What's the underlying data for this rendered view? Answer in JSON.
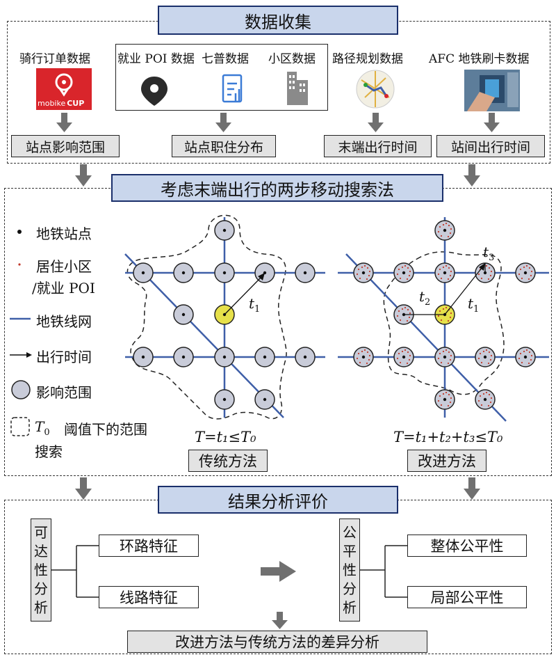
{
  "colors": {
    "title_fill": "#c9d6ec",
    "title_border": "#1a2f6b",
    "metro_line": "#3f5fa8",
    "station_circle": "#c9ccd9",
    "center_station": "#e6e04a",
    "poi_dot": "#c0392b",
    "arrow_gray": "#707070"
  },
  "sec1": {
    "title": "数据收集",
    "sources": [
      "骑行订单数据",
      "就业 POI 数据",
      "七普数据",
      "小区数据",
      "路径规划数据",
      "AFC 地铁刷卡数据"
    ],
    "logo_text": "mobike",
    "logo_sub": "CUP",
    "outputs": [
      "站点影响范围",
      "站点职住分布",
      "末端出行时间",
      "站间出行时间"
    ]
  },
  "sec2": {
    "title": "考虑末端出行的两步移动搜索法",
    "legend": [
      "地铁站点",
      "居住小区",
      "/就业 POI",
      "地铁线网",
      "出行时间",
      "影响范围",
      "阈值下的范围",
      "搜索"
    ],
    "legend_t0": "T",
    "legend_t0_sub": "0",
    "t_labels": {
      "t1": "t",
      "t2": "t",
      "t3": "t",
      "s1": "1",
      "s2": "2",
      "s3": "3"
    },
    "formula_left": "T=t₁≤T₀",
    "formula_right": "T=t₁+t₂+t₃≤T₀",
    "method_left": "传统方法",
    "method_right": "改进方法"
  },
  "sec3": {
    "title": "结果分析评价",
    "left_group": "可达性分析",
    "left_items": [
      "环路特征",
      "线路特征"
    ],
    "right_group": "公平性分析",
    "right_items": [
      "整体公平性",
      "局部公平性"
    ],
    "bottom": "改进方法与传统方法的差异分析"
  }
}
